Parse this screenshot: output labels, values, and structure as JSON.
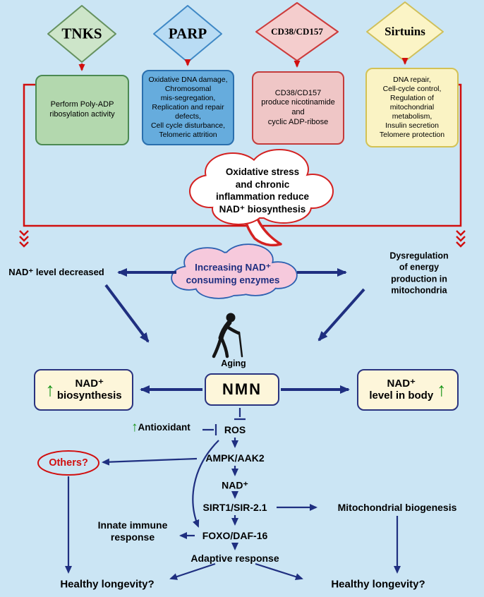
{
  "colors": {
    "background": "#cbe5f4",
    "red_accent": "#d10f0f",
    "navy_accent": "#1f2f80",
    "green_accent": "#169416"
  },
  "icons": {
    "up_arrow": "↑"
  },
  "diamonds": [
    {
      "label": "TNKS"
    },
    {
      "label": "PARP"
    },
    {
      "label": "CD38/CD157"
    },
    {
      "label": "Sirtuins"
    }
  ],
  "cause_boxes": [
    {
      "text": "Perform Poly-ADP\nribosylation activity"
    },
    {
      "text": "Oxidative DNA damage,\nChromosomal\nmis-segregation,\nReplication and repair\ndefects,\nCell cycle disturbance,\nTelomeric attrition"
    },
    {
      "text": "CD38/CD157\nproduce nicotinamide\nand\ncyclic ADP-ribose"
    },
    {
      "text": "DNA repair,\nCell-cycle control,\nRegulation of\nmitochondrial\nmetabolism,\nInsulin secretion\nTelomere protection"
    }
  ],
  "clouds": {
    "stress": "Oxidative stress\nand chronic\ninflammation reduce\nNAD⁺ biosynthesis",
    "enzymes": "Increasing NAD⁺\nconsuming enzymes"
  },
  "mid_labels": {
    "nad_decreased": "NAD⁺ level decreased",
    "dysregulation": "Dysregulation of energy\nproduction in mitochondria",
    "aging": "Aging"
  },
  "nodes": {
    "nmn": "NMN",
    "nad_biosynthesis": "NAD⁺\nbiosynthesis",
    "nad_level_in_body": "NAD⁺\nlevel in body"
  },
  "pathway": {
    "antioxidant": "Antioxidant",
    "ros": "ROS",
    "ampk": "AMPK/AAK2",
    "nad": "NAD⁺",
    "sirt1": "SIRT1/SIR-2.1",
    "mitochondrial_biogenesis": "Mitochondrial biogenesis",
    "foxo": "FOXO/DAF-16",
    "innate_immune": "Innate immune\nresponse",
    "adaptive_response": "Adaptive response",
    "others": "Others?",
    "healthy_longevity_left": "Healthy longevity?",
    "healthy_longevity_right": "Healthy longevity?"
  }
}
